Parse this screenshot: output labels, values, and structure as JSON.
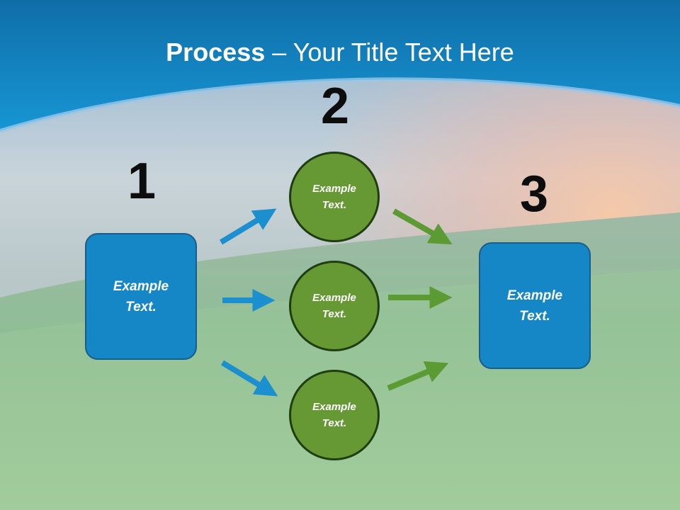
{
  "title": {
    "bold": "Process",
    "rest": " – Your Title Text Here"
  },
  "steps": {
    "n1": "1",
    "n2": "2",
    "n3": "3"
  },
  "nodes": {
    "left_box": "Example Text.",
    "circle_top": "Example Text.",
    "circle_mid": "Example Text.",
    "circle_bot": "Example Text.",
    "right_box": "Example Text."
  },
  "colors": {
    "blue_box": "#1586c6",
    "green_circle": "#669933",
    "blue_arrow": "#1c8fcf",
    "green_arrow": "#5c9a33"
  }
}
